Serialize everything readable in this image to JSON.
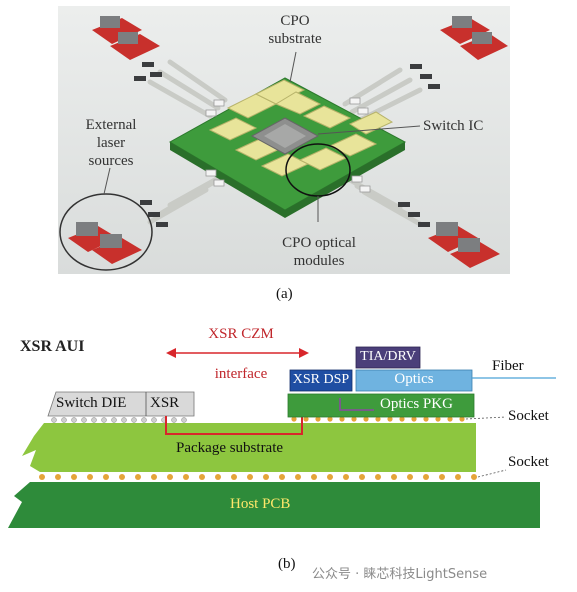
{
  "figure_a": {
    "labels": {
      "cpo_substrate": [
        "CPO",
        "substrate"
      ],
      "switch_ic": "Switch IC",
      "external_laser": [
        "External",
        "laser",
        "sources"
      ],
      "cpo_optical": [
        "CPO optical",
        "modules"
      ]
    },
    "caption": "(a)"
  },
  "figure_b": {
    "title": "XSR AUI",
    "xsr_czm": [
      "XSR CZM",
      "interface"
    ],
    "switch_die": "Switch DIE",
    "xsr": "XSR",
    "xsr_dsp": "XSR DSP",
    "tia_drv": "TIA/DRV",
    "optics": "Optics",
    "optics_pkg": "Optics PKG",
    "fiber": "Fiber",
    "socket_1": "Socket",
    "socket_2": "Socket",
    "package_substrate": "Package substrate",
    "host_pcb": "Host PCB",
    "caption": "(b)"
  },
  "watermark": "公众号 · 睐芯科技LightSense",
  "colors": {
    "pcb_green": "#2e8b3a",
    "substrate_green": "#8dc63f",
    "module_yellow": "#e8e49a",
    "laser_red": "#c8302c",
    "dsp_blue": "#1f4ea3",
    "optics_blue": "#6fb3e0",
    "tia_purple": "#4b3f7a",
    "trace_red": "#d8262b",
    "czm_red": "#d8262b"
  }
}
